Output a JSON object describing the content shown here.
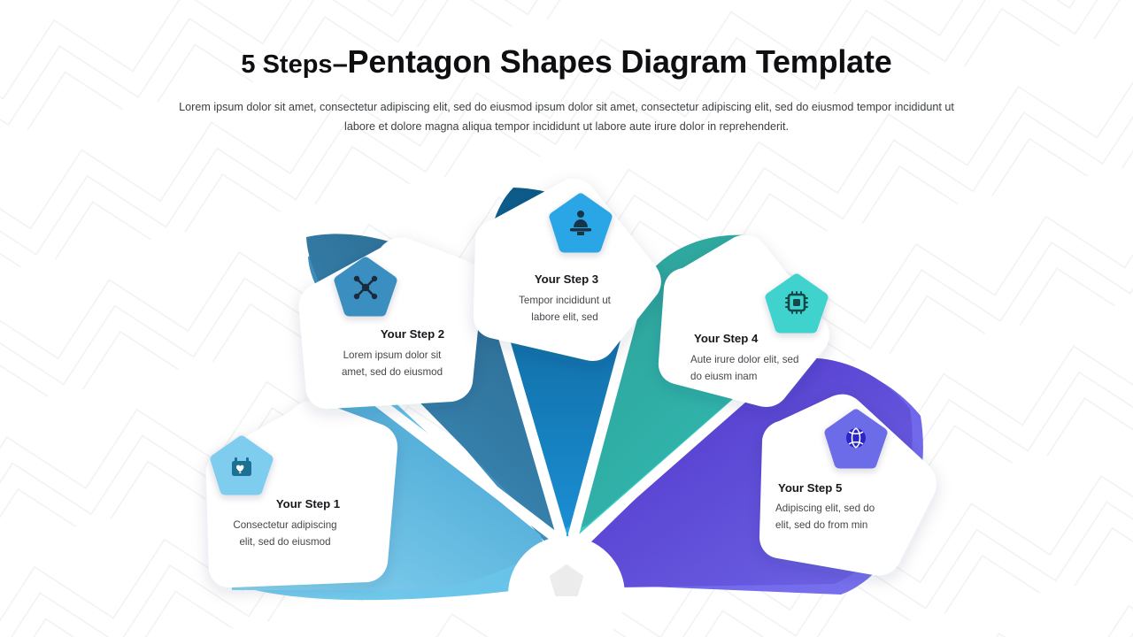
{
  "header": {
    "title_light": "5 Steps",
    "title_dash": "–",
    "title_strong": "Pentagon Shapes Diagram Template",
    "subtitle_line1": "Lorem ipsum dolor sit amet, consectetur adipiscing elit, sed do eiusmod  ipsum dolor sit amet, consectetur adipiscing elit, sed do eiusmod",
    "subtitle_line2": "tempor incididunt ut labore et dolore magna aliqua tempor incididunt ut labore aute irure dolor in reprehenderit."
  },
  "diagram": {
    "type": "pentagon-fan",
    "step_count": 5,
    "hub_icon": "pentagon-icon",
    "hub_color": "#eceded",
    "steps": [
      {
        "id": "step-1",
        "title": "Your Step 1",
        "desc_line1": "Consectetur adipiscing",
        "desc_line2": "elit, sed do eiusmod",
        "icon": "calendar-heart-icon",
        "badge_color": "#7fcdee",
        "icon_glyph_color": "#1d6f93",
        "wedge_outer_color": "#7ececf",
        "wedge_color_light": "#76cdee",
        "wedge_color_dark": "#3e9fcf"
      },
      {
        "id": "step-2",
        "title": "Your Step 2",
        "desc_line1": "Lorem ipsum dolor sit",
        "desc_line2": "amet, sed do eiusmod",
        "icon": "network-nodes-icon",
        "badge_color": "#3b8fc0",
        "icon_glyph_color": "#1b2b3c",
        "wedge_outer_color": "#3b8fc0",
        "wedge_color_light": "#3e8fbc",
        "wedge_color_dark": "#2e6f94"
      },
      {
        "id": "step-3",
        "title": "Your Step 3",
        "desc_line1": "Tempor incididunt ut",
        "desc_line2": "labore elit, sed",
        "icon": "presenter-podium-icon",
        "badge_color": "#2aa6e6",
        "icon_glyph_color": "#133449",
        "wedge_outer_color": "#2aa6e6",
        "wedge_color_light": "#1f93dc",
        "wedge_color_dark": "#0d5f8d"
      },
      {
        "id": "step-4",
        "title": "Your Step 4",
        "desc_line1": "Aute irure dolor elit, sed",
        "desc_line2": "do eiusm inam",
        "icon": "cpu-chip-icon",
        "badge_color": "#40d3cd",
        "icon_glyph_color": "#14484a",
        "wedge_outer_color": "#40d3cd",
        "wedge_color_light": "#35c8bf",
        "wedge_color_dark": "#2a9e95"
      },
      {
        "id": "step-5",
        "title": "Your Step 5",
        "desc_line1": "Adipiscing elit, sed do",
        "desc_line2": "elit, sed do from min",
        "icon": "globe-sphere-icon",
        "badge_color": "#6d6ce8",
        "icon_glyph_color": "#2b25c4",
        "wedge_outer_color": "#6d6ce8",
        "wedge_color_light": "#6f66e6",
        "wedge_color_dark": "#4f34c9"
      }
    ]
  }
}
